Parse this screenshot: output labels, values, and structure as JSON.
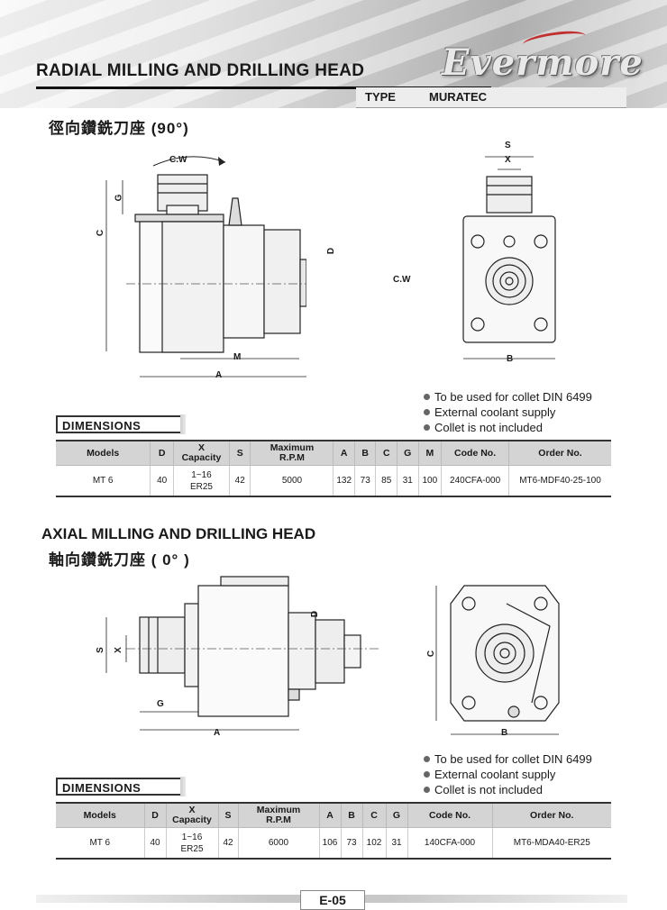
{
  "header": {
    "title": "RADIAL MILLING AND DRILLING HEAD",
    "brand": "Evermore",
    "type_label": "TYPE",
    "type_value": "MURATEC"
  },
  "section1": {
    "title_cjk": "徑向鑽銑刀座 (90°)",
    "drawing_labels": {
      "cw_top": "C.W",
      "cw_side": "C.W",
      "G": "G",
      "C": "C",
      "D": "D",
      "M": "M",
      "A": "A",
      "S": "S",
      "X": "X",
      "B": "B"
    },
    "notes": [
      "To be used for collet DIN 6499",
      "External coolant supply",
      "Collet is not included"
    ],
    "dimensions_label": "DIMENSIONS",
    "table": {
      "headers": [
        "Models",
        "D",
        "X Capacity",
        "S",
        "Maximum R.P.M",
        "A",
        "B",
        "C",
        "G",
        "M",
        "Code No.",
        "Order No."
      ],
      "header_x_line1": "X",
      "header_x_line2": "Capacity",
      "header_rpm_line1": "Maximum",
      "header_rpm_line2": "R.P.M",
      "row": {
        "model": "MT 6",
        "D": "40",
        "capacity_1": "1~16",
        "capacity_2": "ER25",
        "S": "42",
        "rpm": "5000",
        "A": "132",
        "B": "73",
        "C": "85",
        "G": "31",
        "M": "100",
        "code": "240CFA-000",
        "order": "MT6-MDF40-25-100"
      }
    }
  },
  "section2": {
    "title": "AXIAL MILLING AND DRILLING HEAD",
    "title_cjk": "軸向鑽銑刀座 ( 0° )",
    "drawing_labels": {
      "D": "D",
      "S": "S",
      "X": "X",
      "G": "G",
      "A": "A",
      "C": "C",
      "B": "B"
    },
    "notes": [
      "To be used for collet DIN 6499",
      "External coolant supply",
      "Collet is not included"
    ],
    "dimensions_label": "DIMENSIONS",
    "table": {
      "header_models": "Models",
      "header_D": "D",
      "header_x_line1": "X",
      "header_x_line2": "Capacity",
      "header_S": "S",
      "header_rpm_line1": "Maximum",
      "header_rpm_line2": "R.P.M",
      "header_A": "A",
      "header_B": "B",
      "header_C": "C",
      "header_G": "G",
      "header_code": "Code No.",
      "header_order": "Order No.",
      "row": {
        "model": "MT 6",
        "D": "40",
        "capacity_1": "1~16",
        "capacity_2": "ER25",
        "S": "42",
        "rpm": "6000",
        "A": "106",
        "B": "73",
        "C": "102",
        "G": "31",
        "code": "140CFA-000",
        "order": "MT6-MDA40-ER25"
      }
    }
  },
  "footer": {
    "page_number": "E-05"
  }
}
